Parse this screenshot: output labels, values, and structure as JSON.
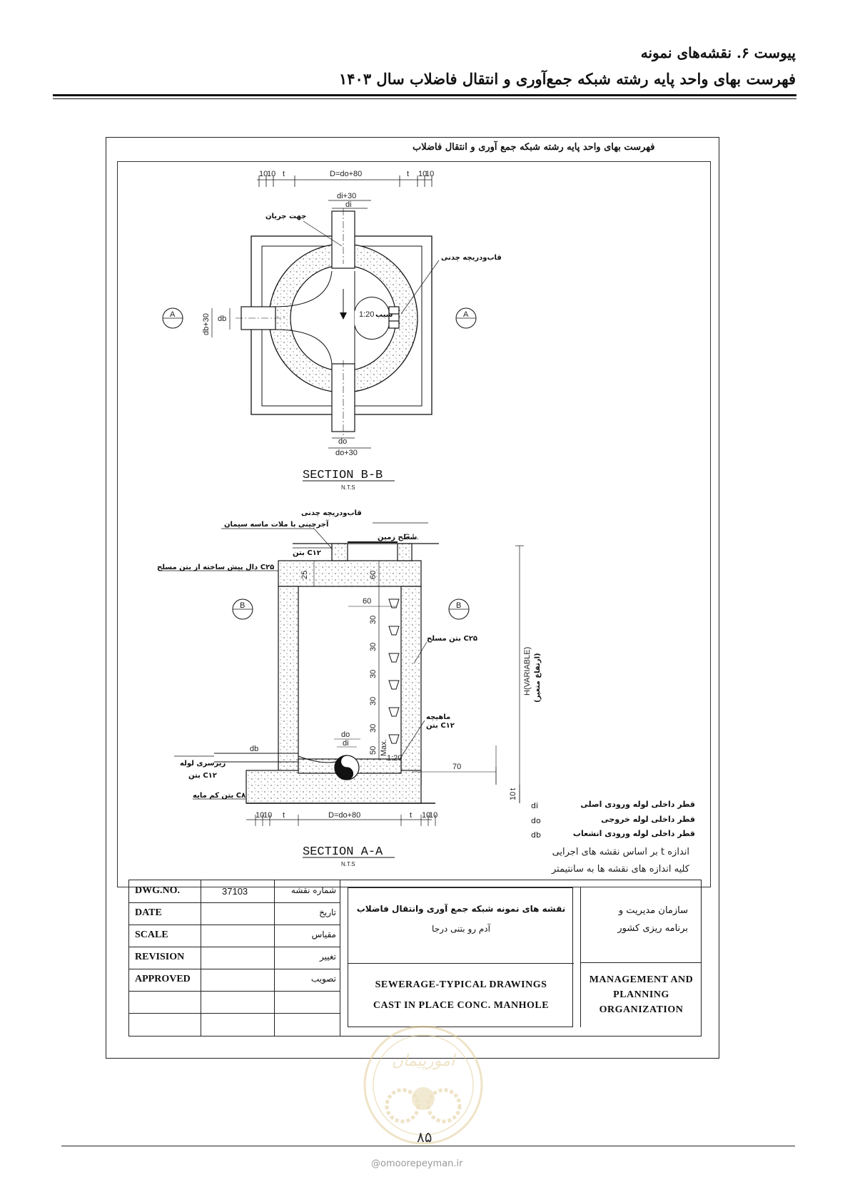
{
  "header": {
    "line1": "پیوست ۶. نقشه‌های نمونه",
    "line2": "فهرست بهای واحد پایه رشته شبکه جمع‌آوری و انتقال فاضلاب سال ۱۴۰۳"
  },
  "sheet": {
    "title": "فهرست بهای واحد پایه رشته شبکه جمع آوری و انتقال فاضلاب"
  },
  "plan": {
    "dims_top": [
      "10",
      "10",
      "t",
      "D=do+80",
      "t",
      "10",
      "10"
    ],
    "di30": "di+30",
    "di": "di",
    "flow_direction": "جهت جریان",
    "frame_cover": "قاب‌ودریچه چدنی",
    "slope": "1:20",
    "slope_fa": "شیب",
    "db": "db",
    "db30": "db+30",
    "do": "do",
    "do30": "do+30",
    "section_marker": "A",
    "title": "SECTION B-B",
    "nts": "N.T.S"
  },
  "section": {
    "frame_cover": "قاب‌ودریچه چدنی",
    "brick": "آجرچینی با ملات ماسه سیمان",
    "ground": "سطح زمین",
    "gl": "G.L.",
    "concrete_c12": "بتن C۱۲",
    "slab": "دال پیش ساخته از بتن مسلح C۲۵",
    "dim25": "25",
    "dim60": "60",
    "dim60b": "60",
    "dim30": [
      "30",
      "30",
      "30",
      "30",
      "30"
    ],
    "dim50": "50",
    "max": "Max.",
    "reinforced": "بتن مسلح C۲۵",
    "height": "H(VARIABLE)",
    "height_fa": "(ارتفاع متغیر)",
    "benching": "ماهیچه",
    "benching_conc": "بتن C۱۲",
    "slope": "1:20",
    "dim70": "70",
    "pipe_bed": "زیرسری لوله",
    "pipe_bed_conc": "بتن C۱۲",
    "lean": "بتن کم مایه C۸",
    "db": "db",
    "do": "do",
    "di": "di",
    "dim10": "10",
    "t": "t",
    "dims_bottom": [
      "10",
      "10",
      "t",
      "D=do+80",
      "t",
      "10",
      "10"
    ],
    "section_marker": "B",
    "title": "SECTION A-A",
    "nts": "N.T.S"
  },
  "legend": [
    {
      "sym": "di",
      "text": "قطر داخلی لوله ورودی اصلی"
    },
    {
      "sym": "do",
      "text": "قطر داخلی لوله خروجی"
    },
    {
      "sym": "db",
      "text": "قطر داخلی لوله ورودی انشعاب"
    }
  ],
  "notes": [
    "اندازه t بر اساس نقشه های اجرایی",
    "کلیه اندازه های نقشه ها به سانتیمتر"
  ],
  "title_block": {
    "rows": [
      {
        "en": "DWG.NO.",
        "value": "37103",
        "fa": "شماره نقشه"
      },
      {
        "en": "DATE",
        "value": "",
        "fa": "تاریخ"
      },
      {
        "en": "SCALE",
        "value": "",
        "fa": "مقیاس"
      },
      {
        "en": "REVISION",
        "value": "",
        "fa": "تغییر"
      },
      {
        "en": "APPROVED",
        "value": "",
        "fa": "تصویب"
      }
    ],
    "drawing_title_fa1": "نقشه های نمونه شبکه جمع آوری وانتقال فاضلاب",
    "drawing_title_fa2": "آدم رو بتنی درجا",
    "drawing_title_en1": "SEWERAGE-TYPICAL DRAWINGS",
    "drawing_title_en2": "CAST IN PLACE CONC. MANHOLE",
    "org_fa1": "سازمان مدیریت و",
    "org_fa2": "برنامه ریزی کشور",
    "org_en1": "MANAGEMENT AND",
    "org_en2": "PLANNING",
    "org_en3": "ORGANIZATION"
  },
  "footer": {
    "page": "۸۵",
    "website": "@omoorepeyman.ir",
    "watermark_text": "امورپیمان"
  },
  "colors": {
    "ink": "#111111",
    "watermark": "#e0c890"
  }
}
